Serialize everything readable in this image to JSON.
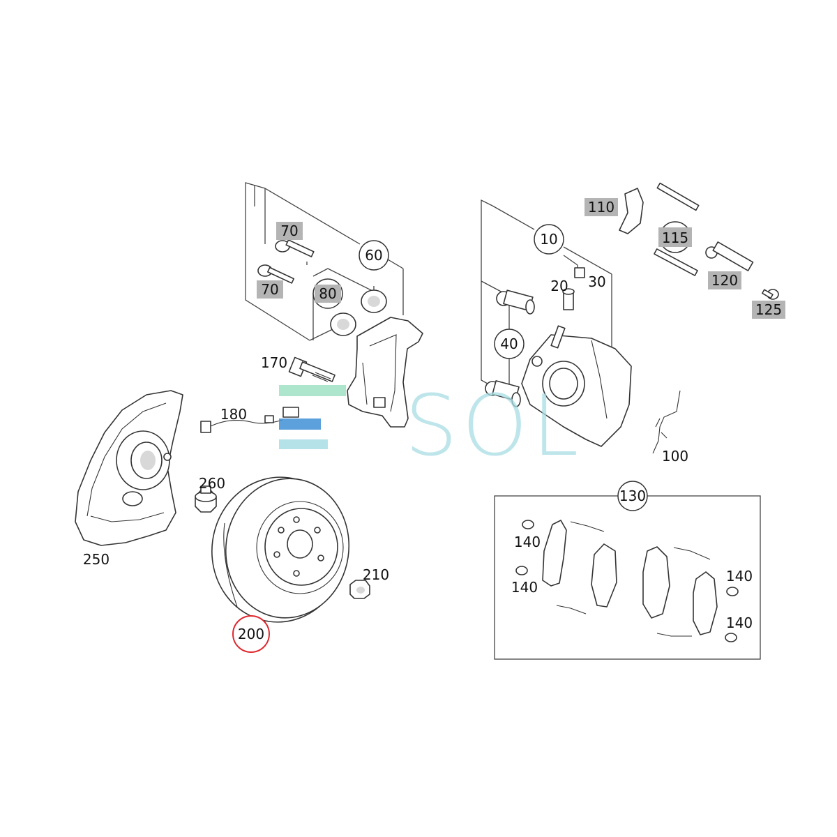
{
  "callouts": {
    "c10": "10",
    "c20": "20",
    "c30": "30",
    "c40": "40",
    "c60": "60",
    "c70a": "70",
    "c70b": "70",
    "c80": "80",
    "c100": "100",
    "c110": "110",
    "c115": "115",
    "c120": "120",
    "c125": "125",
    "c130": "130",
    "c140a": "140",
    "c140b": "140",
    "c140c": "140",
    "c140d": "140",
    "c170": "170",
    "c180": "180",
    "c200": "200",
    "c210": "210",
    "c250": "250",
    "c260": "260"
  },
  "watermark": {
    "text": "SOL"
  },
  "colors": {
    "highlight_gray": "#b4b4b4",
    "selected_ring": "#e0282e",
    "watermark_teal": "#a8dde4",
    "watermark_blue": "#3f8fd6",
    "watermark_green": "#9fe0c4"
  }
}
